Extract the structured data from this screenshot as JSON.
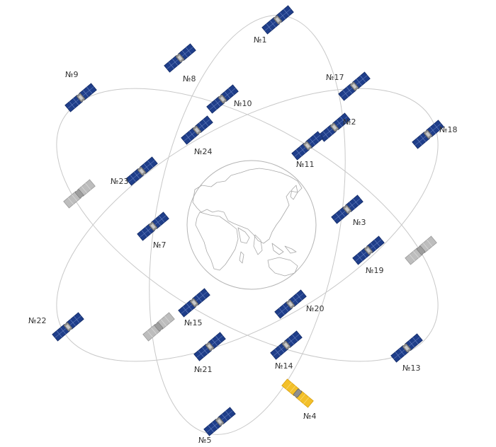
{
  "colors": {
    "orbit": "#c8c8c8",
    "earth_stroke": "#b4b4b4",
    "continent_stroke": "#a8a8a8",
    "panel_active": "#1f3e8a",
    "panel_active_dark": "#122a66",
    "panel_inactive": "#b5b5b5",
    "panel_spare": "#f3c02a",
    "body": "#8f8f8f"
  },
  "satellites": [
    {
      "label": "№1",
      "status": "active"
    },
    {
      "label": "№2",
      "status": "active"
    },
    {
      "label": "№3",
      "status": "active"
    },
    {
      "label": "№4",
      "status": "spare"
    },
    {
      "label": "№5",
      "status": "active"
    },
    {
      "label": "№7",
      "status": "active"
    },
    {
      "label": "№8",
      "status": "active"
    },
    {
      "label": "№9",
      "status": "active"
    },
    {
      "label": "№10",
      "status": "active"
    },
    {
      "label": "№11",
      "status": "active"
    },
    {
      "label": "№13",
      "status": "active"
    },
    {
      "label": "№14",
      "status": "active"
    },
    {
      "label": "№15",
      "status": "active"
    },
    {
      "label": "№17",
      "status": "active"
    },
    {
      "label": "№18",
      "status": "active"
    },
    {
      "label": "№19",
      "status": "active"
    },
    {
      "label": "№20",
      "status": "active"
    },
    {
      "label": "№21",
      "status": "active"
    },
    {
      "label": "№22",
      "status": "active"
    },
    {
      "label": "№23",
      "status": "active"
    },
    {
      "label": "№24",
      "status": "active"
    },
    {
      "status": "inactive"
    },
    {
      "status": "inactive"
    },
    {
      "status": "inactive"
    }
  ]
}
